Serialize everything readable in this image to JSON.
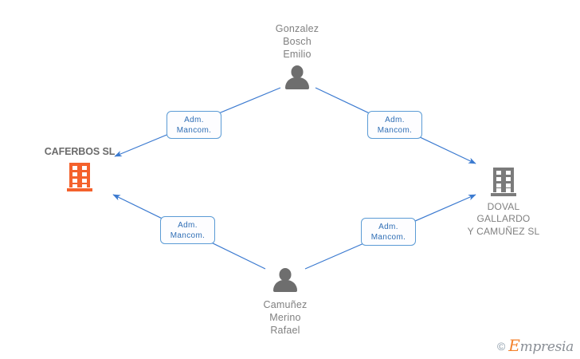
{
  "diagram": {
    "type": "corporate-relationship-graph",
    "accent_blue": "#3b7ad0",
    "node_gray": "#7b7b7b",
    "company_orange": "#f4612c",
    "label_blue": "#2f6eb5",
    "nodes": [
      {
        "id": "gonzalez",
        "kind": "person",
        "icon": "person-icon",
        "label": "Gonzalez\nBosch\nEmilio",
        "label_position": "above"
      },
      {
        "id": "caferbos",
        "kind": "company",
        "icon": "building-icon",
        "label": "CAFERBOS SL",
        "label_position": "above-left",
        "color": "#f4612c"
      },
      {
        "id": "doval",
        "kind": "company",
        "icon": "building-icon",
        "label": "DOVAL\nGALLARDO\nY CAMUÑEZ SL",
        "label_position": "below",
        "color": "#7b7b7b"
      },
      {
        "id": "camunez",
        "kind": "person",
        "icon": "person-icon",
        "label": "Camuñez\nMerino\nRafael",
        "label_position": "below"
      }
    ],
    "edges": [
      {
        "id": "edge-gonzalez-caferbos",
        "from": "gonzalez",
        "to": "caferbos",
        "label_line1": "Adm.",
        "label_line2": "Mancom."
      },
      {
        "id": "edge-gonzalez-doval",
        "from": "gonzalez",
        "to": "doval",
        "label_line1": "Adm.",
        "label_line2": "Mancom."
      },
      {
        "id": "edge-camunez-caferbos",
        "from": "camunez",
        "to": "caferbos",
        "label_line1": "Adm.",
        "label_line2": "Mancom."
      },
      {
        "id": "edge-camunez-doval",
        "from": "camunez",
        "to": "doval",
        "label_line1": "Adm.",
        "label_line2": "Mancom."
      }
    ]
  },
  "watermark": {
    "copyright_symbol": "©",
    "brand_initial": "E",
    "brand_rest": "mpresia"
  }
}
